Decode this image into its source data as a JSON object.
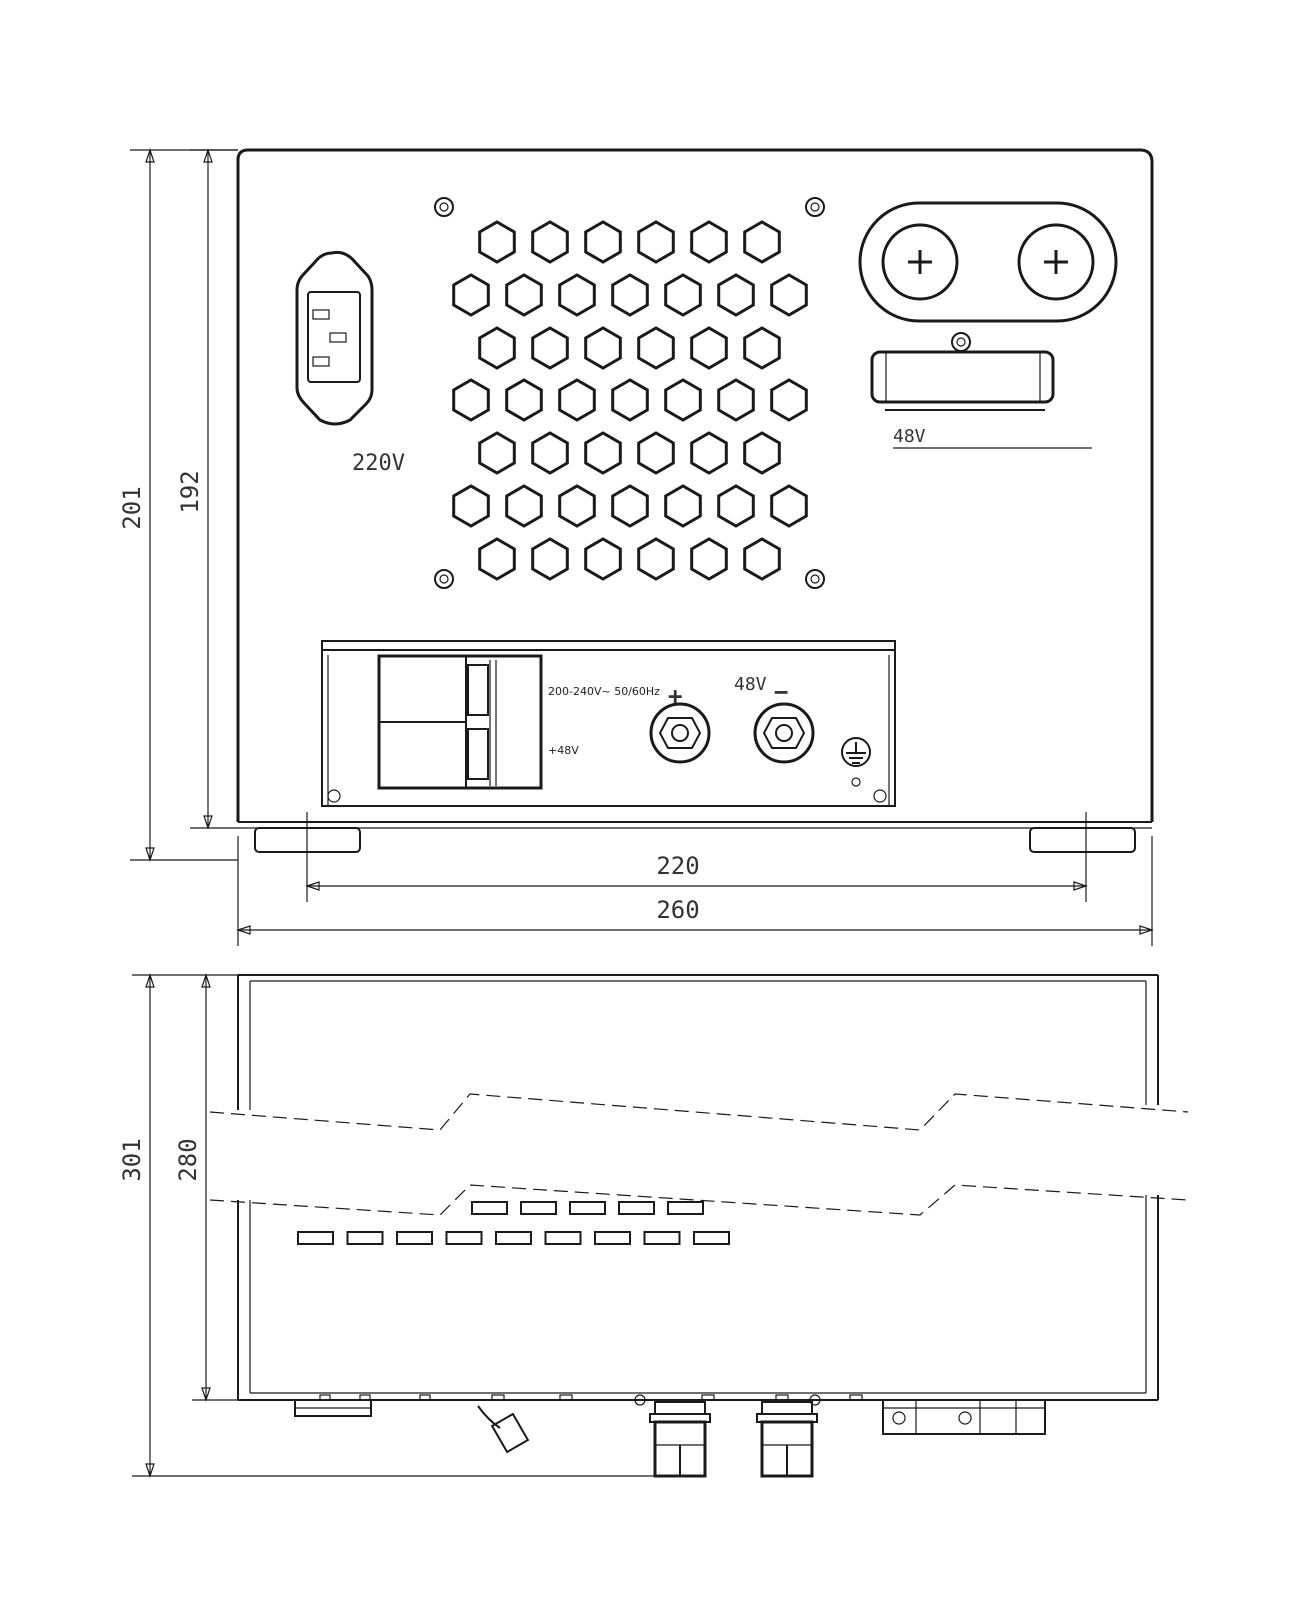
{
  "front_view": {
    "input_voltage_label": "220V",
    "output_voltage_label_top": "48V",
    "output_voltage_label_panel": "48V",
    "breaker_rating_text": "200-240V~ 50/60Hz",
    "breaker_sub_text": "+48V",
    "plus_sign": "+",
    "minus_sign": "−"
  },
  "dimensions": {
    "front_height_outer": "201",
    "front_height_inner": "192",
    "foot_span": "220",
    "overall_width": "260",
    "side_depth_outer": "301",
    "side_depth_inner": "280"
  },
  "colors": {
    "line": "#1a1a1a",
    "text": "#333333",
    "background": "#ffffff"
  }
}
